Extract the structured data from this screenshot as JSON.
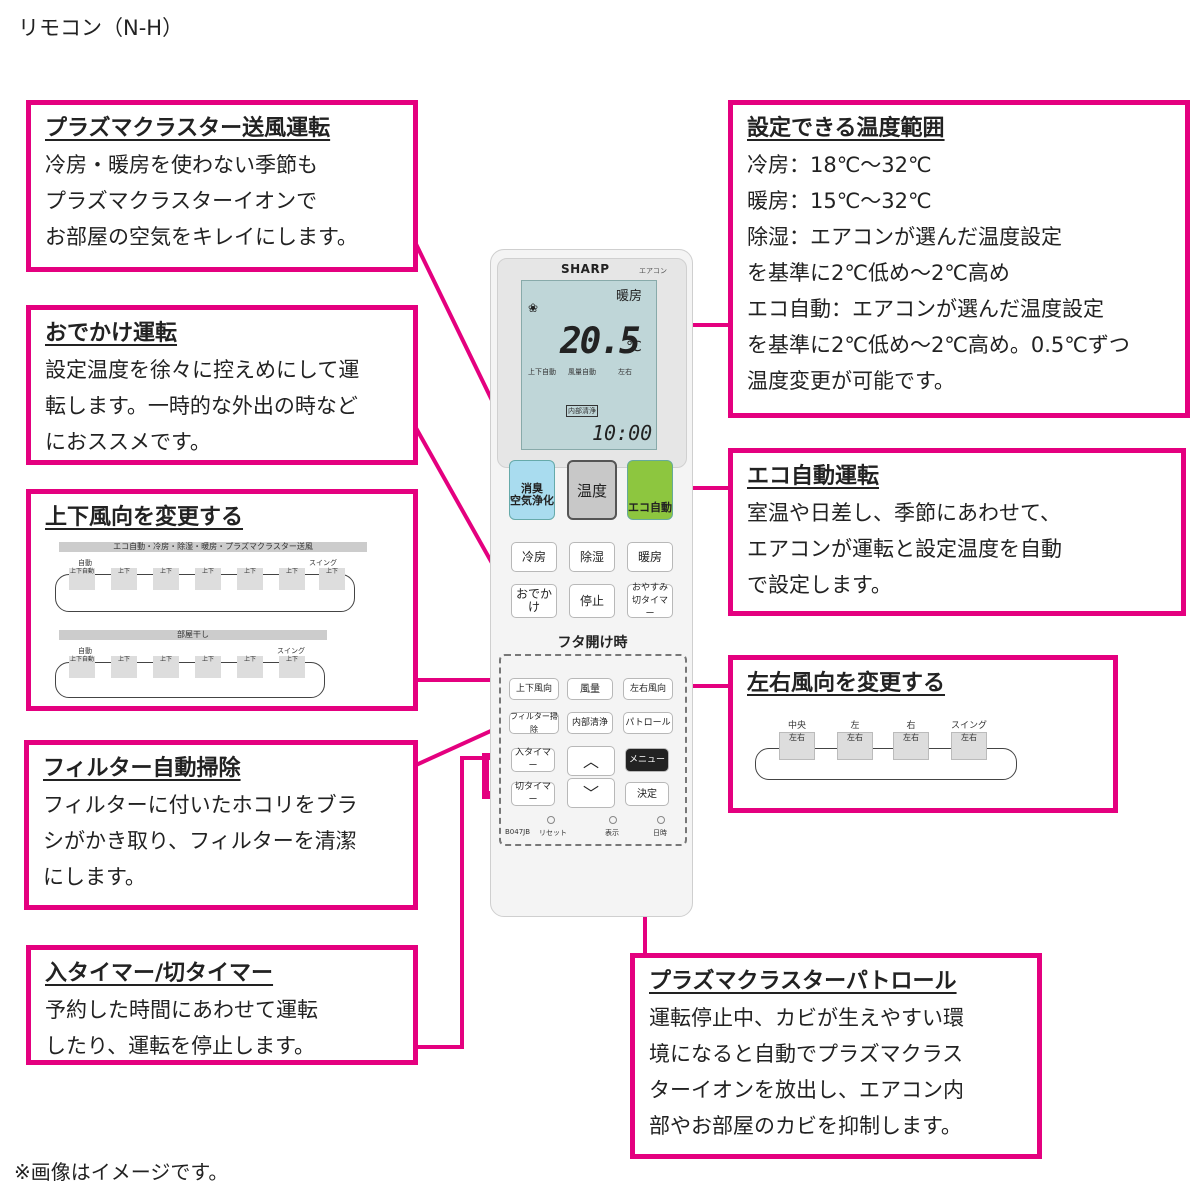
{
  "page_title": "リモコン（N-H）",
  "footnote": "※画像はイメージです。",
  "accent_color": "#e4007f",
  "boxes": {
    "plasma_fan": {
      "title": "プラズマクラスター送風運転",
      "lines": [
        "冷房・暖房を使わない季節も",
        "プラズマクラスターイオンで",
        "お部屋の空気をキレイにします。"
      ]
    },
    "odekake": {
      "title": "おでかけ運転",
      "lines": [
        "設定温度を徐々に控えめにして運",
        "転します。一時的な外出の時など",
        "におススメです。"
      ]
    },
    "updown": {
      "title": "上下風向を変更する"
    },
    "filter": {
      "title": "フィルター自動掃除",
      "lines": [
        "フィルターに付いたホコリをブラ",
        "シがかき取り、フィルターを清潔",
        "にします。"
      ]
    },
    "timer": {
      "title": "入タイマー/切タイマー",
      "lines": [
        "予約した時間にあわせて運転",
        "したり、運転を停止します。"
      ]
    },
    "temp_range": {
      "title": "設定できる温度範囲",
      "lines": [
        "冷房：18℃〜32℃",
        "暖房：15℃〜32℃",
        "除湿：エアコンが選んだ温度設定",
        "を基準に2℃低め〜2℃高め",
        "エコ自動：エアコンが選んだ温度設定",
        "を基準に2℃低め〜2℃高め。0.5℃ずつ",
        "温度変更が可能です。"
      ]
    },
    "eco": {
      "title": "エコ自動運転",
      "lines": [
        "室温や日差し、季節にあわせて、",
        "エアコンが運転と設定温度を自動",
        "で設定します。"
      ]
    },
    "leftright": {
      "title": "左右風向を変更する"
    },
    "patrol": {
      "title": "プラズマクラスターパトロール",
      "lines": [
        "運転停止中、カビが生えやすい環",
        "境になると自動でプラズマクラス",
        "ターイオンを放出し、エアコン内",
        "部やお部屋のカビを抑制します。"
      ]
    }
  },
  "updown_diagram": {
    "bar1": "エコ自動・冷房・除湿・暖房・プラズマクラスター送風",
    "row1_top": [
      "自動",
      "",
      "",
      "",
      "",
      "",
      "スイング"
    ],
    "row1_vanes": [
      "上下自動",
      "上下",
      "上下",
      "上下",
      "上下",
      "上下",
      "上下"
    ],
    "bar2": "部屋干し",
    "row2_top": [
      "自動",
      "",
      "",
      "",
      "",
      "スイング"
    ],
    "row2_vanes": [
      "上下自動",
      "上下",
      "上下",
      "上下",
      "上下",
      "上下"
    ]
  },
  "leftright_diagram": {
    "labels": [
      "中央",
      "左",
      "右",
      "スイング"
    ],
    "vanes": [
      "左右",
      "左右",
      "左右",
      "左右"
    ]
  },
  "remote": {
    "brand": "SHARP",
    "brand_sub": "エアコン",
    "lcd_mode": "暖房",
    "lcd_temp": "20.5",
    "lcd_unit": "℃",
    "lcd_seg1": "上下自動",
    "lcd_seg2": "風量自動",
    "lcd_seg3": "左右",
    "lcd_internal": "内部清浄",
    "lcd_clock": "10:00",
    "btn_plasma": "消臭\n空気浄化",
    "btn_temp": "温度",
    "btn_eco": "エコ自動",
    "btn_cool": "冷房",
    "btn_dry": "除湿",
    "btn_heat": "暖房",
    "btn_odekake": "おでかけ",
    "btn_stop": "停止",
    "btn_sleep": "おやすみ\n切タイマー",
    "lid_label": "フタ開け時",
    "btn_updown": "上下風向",
    "btn_fan": "風量",
    "btn_lr": "左右風向",
    "btn_filter": "フィルター掃除",
    "btn_internal": "内部清浄",
    "btn_patrol": "パトロール",
    "btn_on_timer": "入タイマー",
    "btn_off_timer": "切タイマー",
    "btn_menu": "メニュー",
    "btn_ok": "決定",
    "label_model": "B047JB",
    "label_reset": "リセット",
    "label_display": "表示",
    "label_clock": "日時"
  }
}
